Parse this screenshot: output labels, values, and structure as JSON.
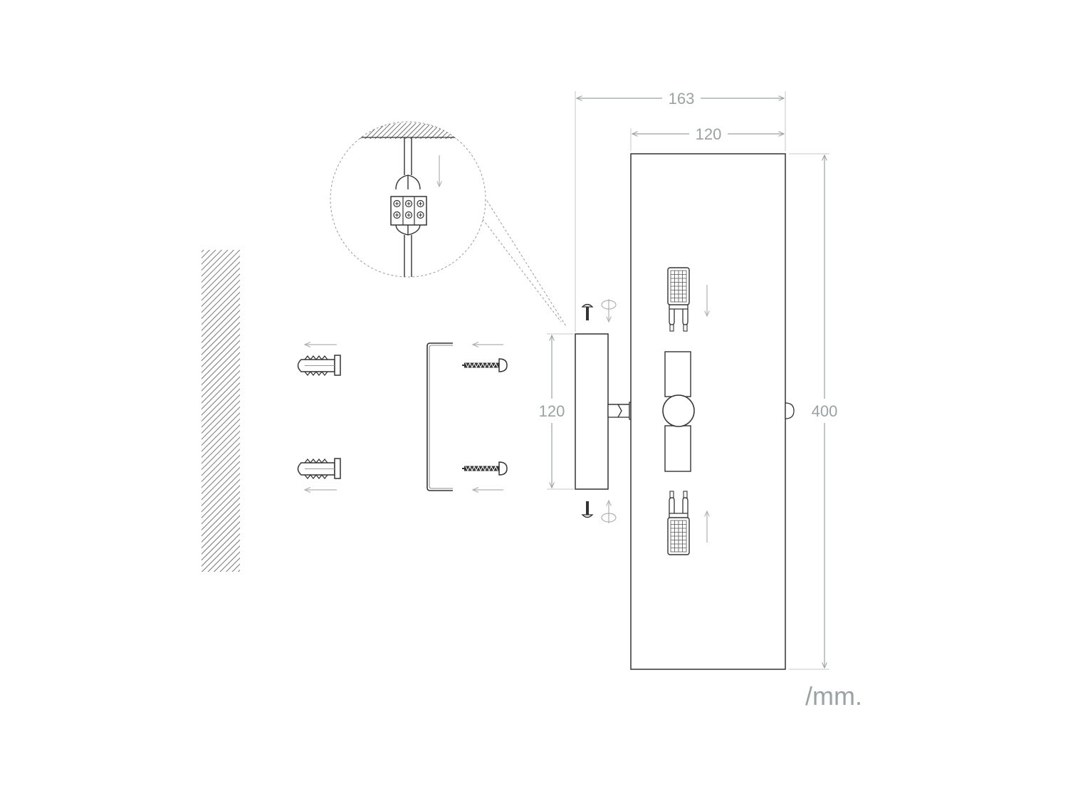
{
  "dimensions": {
    "overall_width": "163",
    "shade_width": "120",
    "base_height": "120",
    "shade_height": "400"
  },
  "unit_label": "/mm.",
  "colors": {
    "line": "#3a3a3a",
    "dimension": "#9aa2a2",
    "leader": "#9a9a9a"
  },
  "icons": [
    "wall-hatch-icon",
    "wall-plug-icon",
    "screw-icon",
    "mounting-bracket-icon",
    "terminal-block-icon",
    "g9-bulb-icon",
    "rotate-arrow-icon"
  ]
}
